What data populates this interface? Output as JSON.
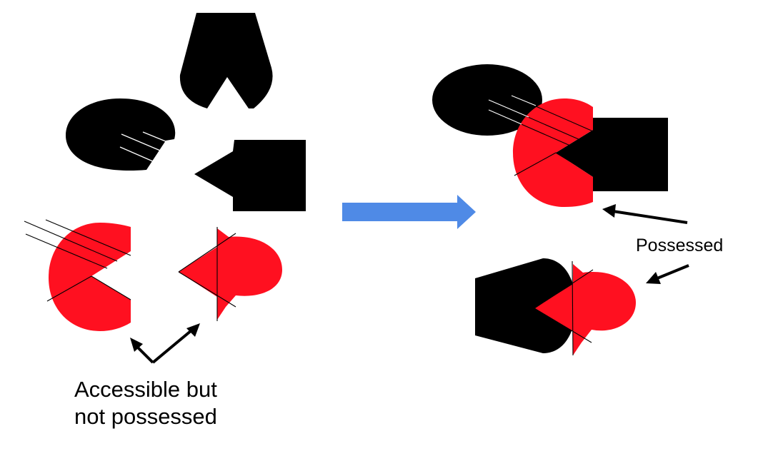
{
  "labels": {
    "accessible_line1": "Accessible but",
    "accessible_line2": "not possessed",
    "possessed": "Possessed"
  },
  "colors": {
    "black": "#000000",
    "red": "#ff1020",
    "arrow_blue": "#4f8ae6",
    "background": "#ffffff"
  },
  "icons": [
    "transition-arrow-icon"
  ]
}
